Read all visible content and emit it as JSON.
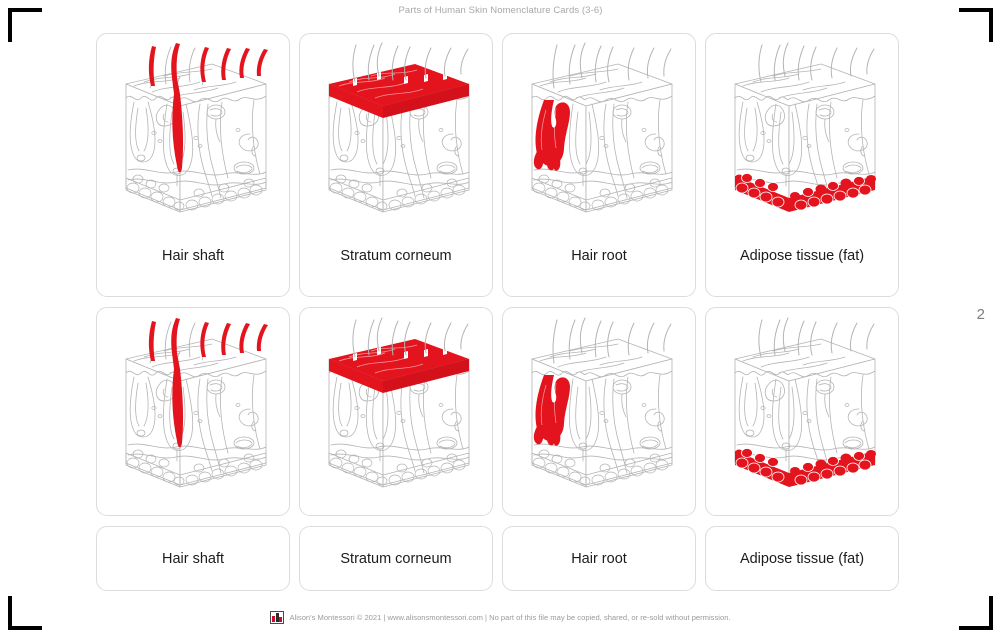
{
  "document": {
    "header_title": "Parts of Human Skin Nomenclature Cards (3-6)",
    "page_number": "2",
    "footer_text": "Alison's Montessori © 2021 | www.alisonsmontessori.com | No part of this file may be copied, shared, or re-sold without permission.",
    "logo_name": "alisons-montessori-logo"
  },
  "colors": {
    "highlight_red": "#e3141e",
    "line_art": "#b4b4b4",
    "card_border": "#dcdcdc",
    "text": "#1c1c1c",
    "muted_text": "#a8a8a8",
    "page_background": "#ffffff"
  },
  "cards": [
    {
      "id": "hair-shaft",
      "label": "Hair shaft",
      "figure_name": "skin-cross-section-hair-shaft",
      "highlight": "hair shafts above and within the skin surface"
    },
    {
      "id": "stratum-corneum",
      "label": "Stratum corneum",
      "figure_name": "skin-cross-section-stratum-corneum",
      "highlight": "outermost epidermal surface layer"
    },
    {
      "id": "hair-root",
      "label": "Hair root",
      "figure_name": "skin-cross-section-hair-root",
      "highlight": "hair follicle root bulb on the left"
    },
    {
      "id": "adipose-tissue",
      "label": "Adipose tissue (fat)",
      "figure_name": "skin-cross-section-adipose-tissue",
      "highlight": "subcutaneous fat cell layer at the base"
    }
  ],
  "rows": [
    {
      "name": "picture-and-label-cards",
      "type": "picture_with_label"
    },
    {
      "name": "picture-only-cards",
      "type": "picture_only"
    },
    {
      "name": "label-only-cards",
      "type": "label_only"
    }
  ]
}
